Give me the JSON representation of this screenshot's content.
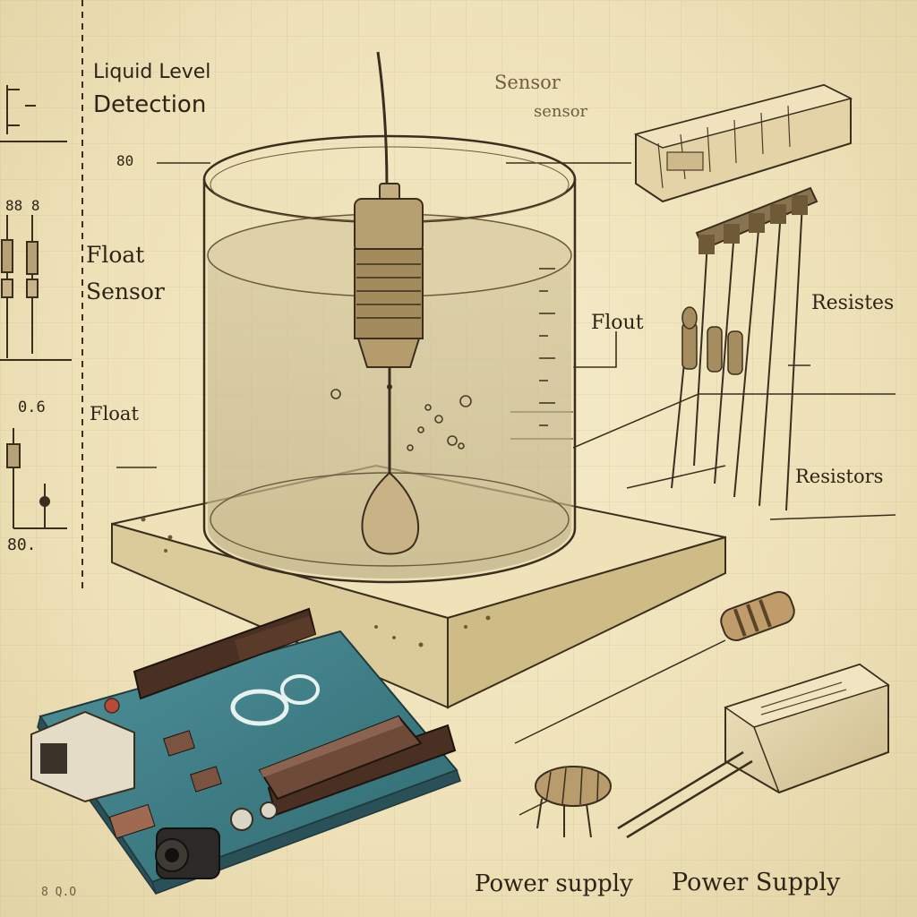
{
  "labels": {
    "title_line1": "Liquid Level",
    "title_line2": "Detection",
    "sensor_main": "Sensor",
    "sensor_sub": "sensor",
    "float_sensor_line1": "Float",
    "float_sensor_line2": "Sensor",
    "float_left": "Float",
    "float_right": "Flout",
    "resistes": "Resistes",
    "resistors": "Resistors",
    "power_supply_1": "Power supply",
    "power_supply_2": "Power Supply"
  },
  "margin_marks": {
    "num_80": "80",
    "num_88": "88 8",
    "num_06": "0.6",
    "num_80b": "80.",
    "num_bottom": "8 Q.O"
  },
  "colors": {
    "paper": "#efe4c0",
    "ink": "#2c2416",
    "pcb": "#3d7f86",
    "glass": "#d8cba4",
    "wood": "#e6d8ae"
  }
}
